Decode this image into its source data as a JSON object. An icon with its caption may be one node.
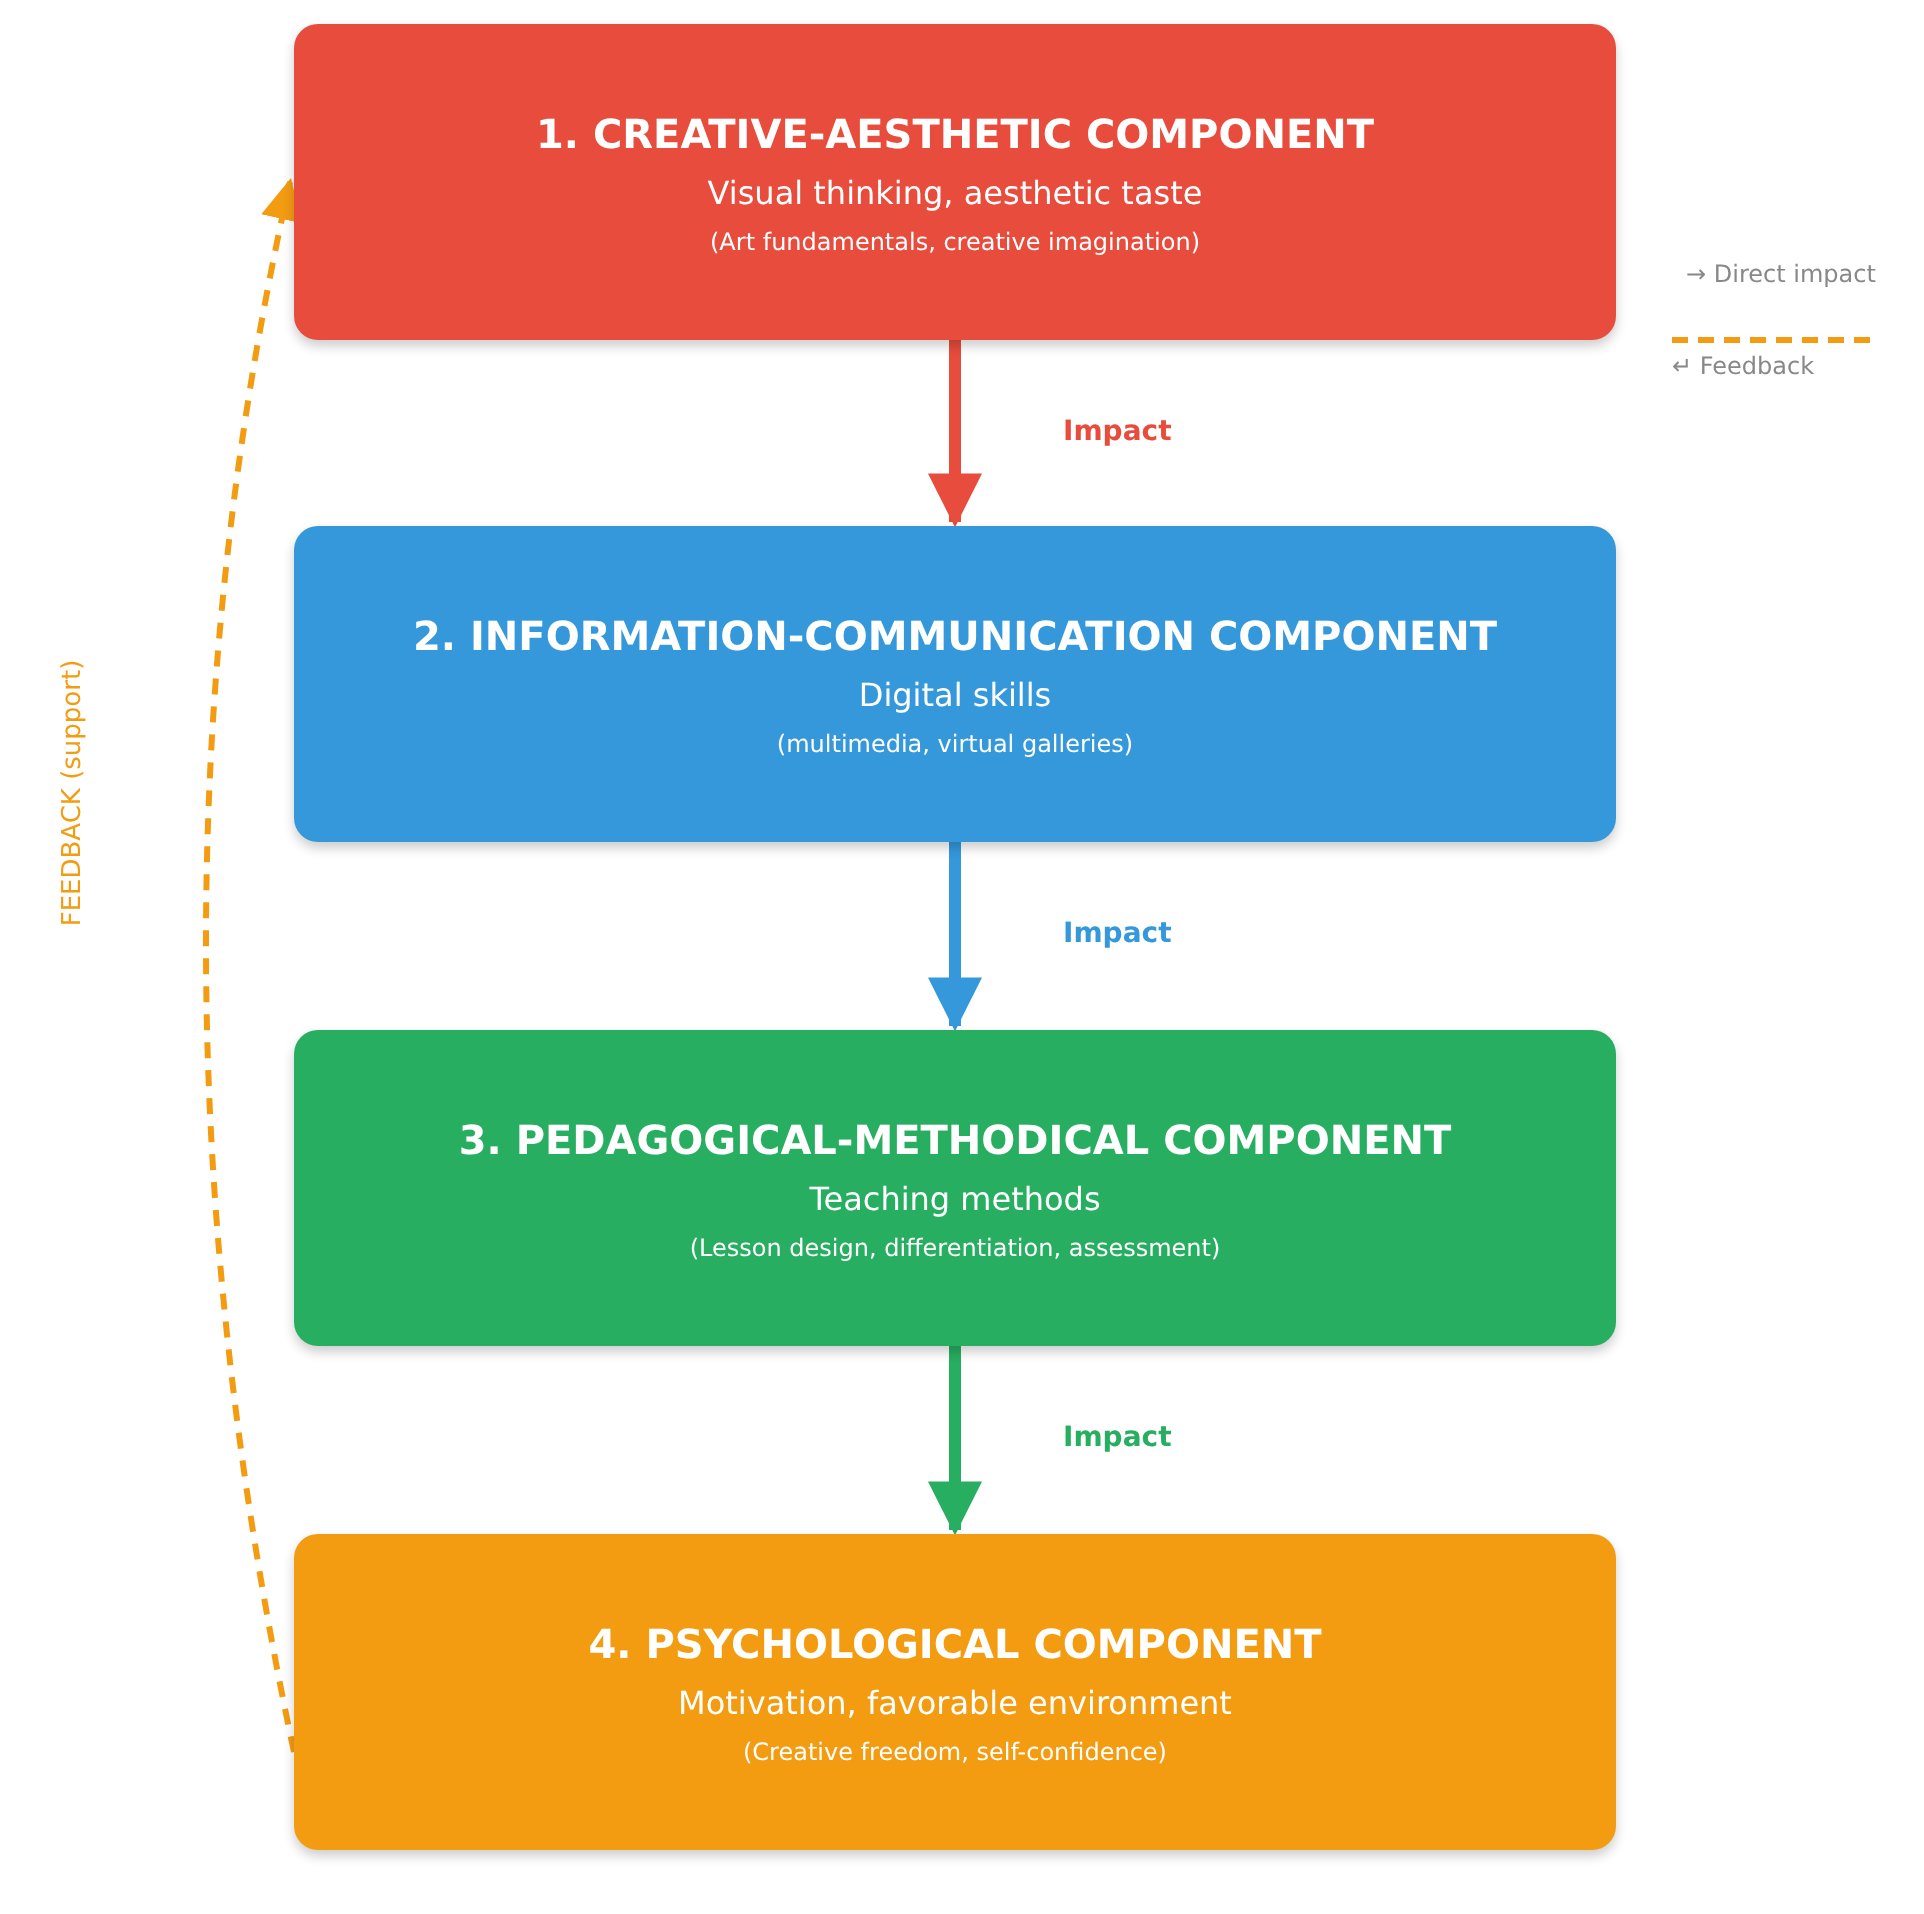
{
  "diagram": {
    "nodes": [
      {
        "text": [
          "1. CREATIVE-AESTHETIC COMPONENT",
          "Visual thinking, aesthetic taste",
          "(Art fundamentals, creative imagination)"
        ]
      },
      {
        "text": [
          "2. INFORMATION-COMMUNICATION COMPONENT",
          "Digital skills",
          "(multimedia, virtual galleries)"
        ]
      },
      {
        "text": [
          "3. PEDAGOGICAL-METHODICAL COMPONENT",
          "Teaching methods",
          "(Lesson design, differentiation, assessment)"
        ]
      },
      {
        "text": [
          "4. PSYCHOLOGICAL COMPONENT",
          "Motivation, favorable environment",
          "(Creative freedom, self-confidence)"
        ]
      }
    ],
    "edges": [
      {
        "from": 0,
        "to": 1,
        "arrow": "to",
        "label": "Impact",
        "color": "#e74c3c"
      },
      {
        "from": 1,
        "to": 2,
        "arrow": "to",
        "label": "Impact",
        "color": "#3498db"
      },
      {
        "from": 2,
        "to": 3,
        "arrow": "to",
        "label": "Impact",
        "color": "#27ae60"
      },
      {
        "from": 3,
        "to": 0,
        "arrow": "to",
        "label": "FEEDBACK (support)",
        "style": "dashed",
        "color": "#f39c12"
      }
    ],
    "legend": [
      {
        "text": "→ Direct impact"
      },
      {
        "text": "↵ Feedback"
      }
    ]
  }
}
